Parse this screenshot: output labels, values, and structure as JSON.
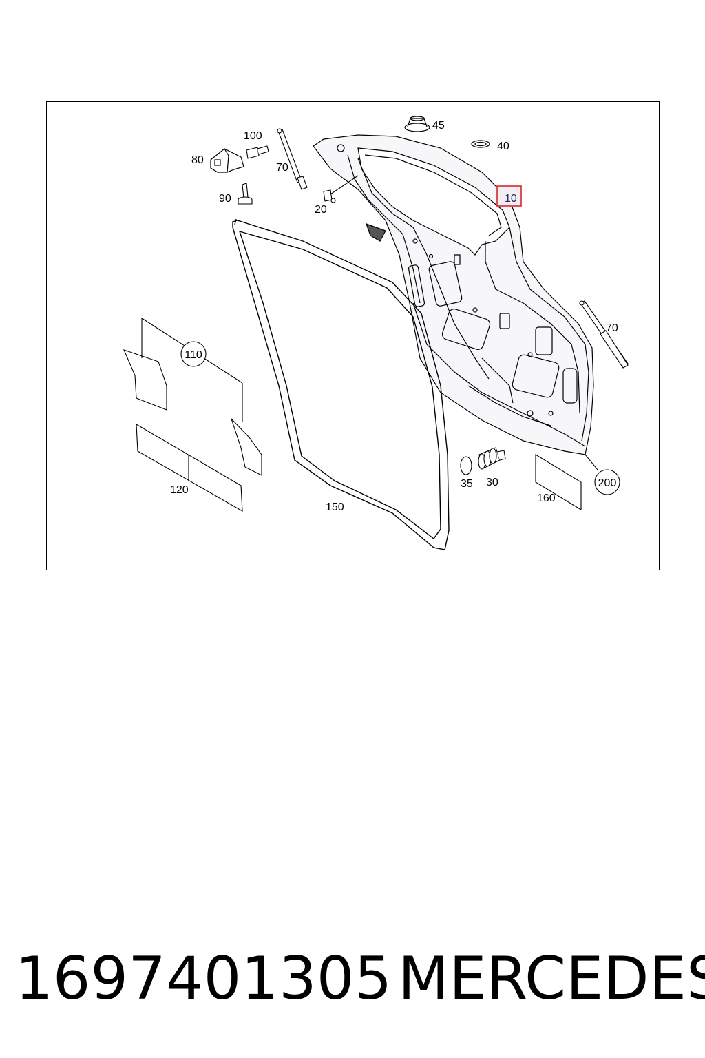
{
  "callouts": {
    "c10": "10",
    "c20": "20",
    "c30": "30",
    "c35": "35",
    "c40": "40",
    "c45": "45",
    "c70a": "70",
    "c70b": "70",
    "c80": "80",
    "c90": "90",
    "c100": "100",
    "c110": "110",
    "c120": "120",
    "c150": "150",
    "c160": "160",
    "c200": "200"
  },
  "caption": {
    "part_number": "1697401305",
    "brand": "MERCEDES"
  },
  "colors": {
    "line": "#000000",
    "highlight_box": "#d9262b",
    "highlight_text": "#2a2a55",
    "part_shading": "#f3f3f7"
  }
}
